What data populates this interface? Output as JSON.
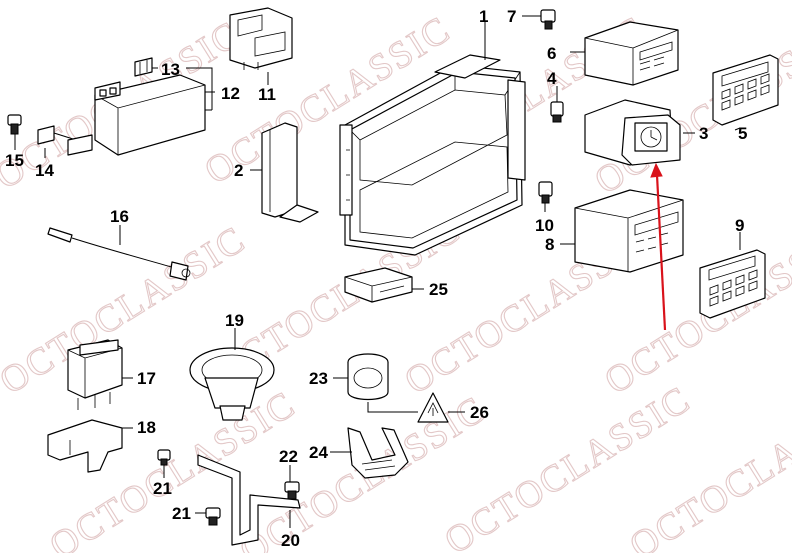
{
  "watermark": "OCTOCLASSIC",
  "callouts": [
    "1",
    "2",
    "3",
    "4",
    "5",
    "6",
    "7",
    "8",
    "9",
    "10",
    "11",
    "12",
    "13",
    "14",
    "15",
    "16",
    "17",
    "18",
    "19",
    "20",
    "21",
    "21",
    "22",
    "23",
    "24",
    "25",
    "26"
  ],
  "highlight_color": "#d9121b",
  "watermark_color": "#e3c8c8"
}
